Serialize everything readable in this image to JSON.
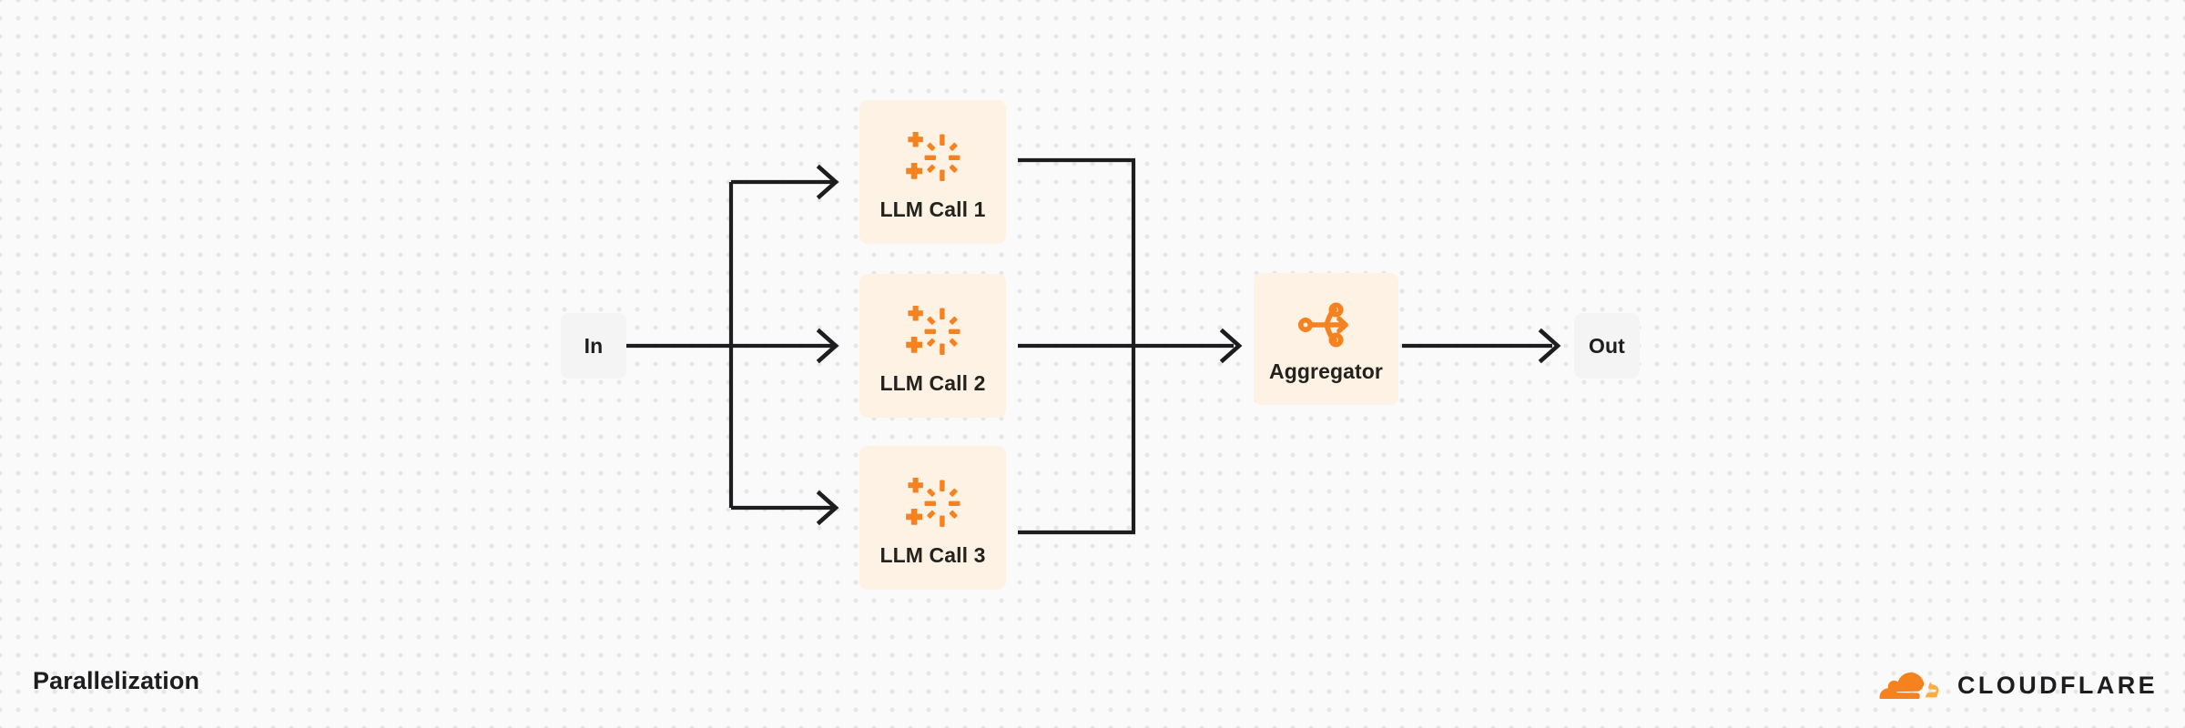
{
  "diagram": {
    "title": "Parallelization",
    "background": "#fafafa",
    "dot_color": "#e6e6e6",
    "accent_color": "#f6821f",
    "node_fill_llm": "#fdf2e4",
    "node_fill_io": "#f4f4f5",
    "edge_color": "#1d1d1f",
    "nodes": [
      {
        "id": "in",
        "label": "In",
        "type": "io",
        "icon": null
      },
      {
        "id": "llm1",
        "label": "LLM Call 1",
        "type": "llm",
        "icon": "sparkle-icon"
      },
      {
        "id": "llm2",
        "label": "LLM Call 2",
        "type": "llm",
        "icon": "sparkle-icon"
      },
      {
        "id": "llm3",
        "label": "LLM Call 3",
        "type": "llm",
        "icon": "sparkle-icon"
      },
      {
        "id": "agg",
        "label": "Aggregator",
        "type": "aggregator",
        "icon": "aggregator-icon"
      },
      {
        "id": "out",
        "label": "Out",
        "type": "io",
        "icon": null
      }
    ],
    "edges": [
      {
        "from": "in",
        "to": "llm1",
        "style": "orthogonal",
        "arrow": true
      },
      {
        "from": "in",
        "to": "llm2",
        "style": "straight",
        "arrow": true
      },
      {
        "from": "in",
        "to": "llm3",
        "style": "orthogonal",
        "arrow": true
      },
      {
        "from": "llm1",
        "to": "agg",
        "style": "orthogonal",
        "arrow": false
      },
      {
        "from": "llm2",
        "to": "agg",
        "style": "straight",
        "arrow": true
      },
      {
        "from": "llm3",
        "to": "agg",
        "style": "orthogonal",
        "arrow": false
      },
      {
        "from": "agg",
        "to": "out",
        "style": "straight",
        "arrow": true
      }
    ]
  },
  "branding": {
    "company": "CLOUDFLARE",
    "logo_color_primary": "#f6821f",
    "logo_color_secondary": "#fbad41"
  }
}
